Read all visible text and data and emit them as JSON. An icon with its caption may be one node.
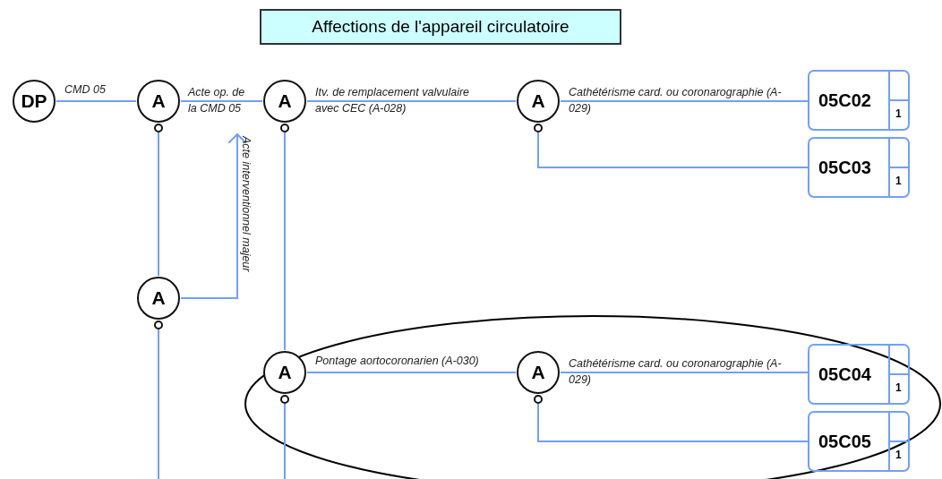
{
  "diagram": {
    "title": "Affections de l'appareil circulatoire",
    "nodes": [
      {
        "text": [
          "DP"
        ]
      },
      {
        "text": [
          "A"
        ]
      },
      {
        "text": [
          "A"
        ]
      },
      {
        "text": [
          "A"
        ]
      },
      {
        "text": [
          "05C02",
          "1"
        ]
      },
      {
        "text": [
          "05C03",
          "1"
        ]
      },
      {
        "text": [
          "A"
        ]
      },
      {
        "text": [
          "A"
        ]
      },
      {
        "text": [
          "A"
        ]
      },
      {
        "text": [
          "05C04",
          "1"
        ]
      },
      {
        "text": [
          "05C05",
          "1"
        ]
      }
    ],
    "edges": [
      {
        "from": 0,
        "to": 1,
        "arrow": "none",
        "label": "CMD 05"
      },
      {
        "from": 1,
        "to": 2,
        "arrow": "none",
        "label": "Acte op. de la CMD 05"
      },
      {
        "from": 2,
        "to": 3,
        "arrow": "none",
        "label": "Itv. de remplacement valvulaire avec CEC (A-028)"
      },
      {
        "from": 3,
        "to": 4,
        "arrow": "none",
        "label": "Cathétérisme card. ou coronarographie (A-029)"
      },
      {
        "from": 3,
        "to": 5,
        "arrow": "none"
      },
      {
        "from": 1,
        "to": 6,
        "arrow": "none"
      },
      {
        "from": 6,
        "to": null,
        "arrow": "to",
        "label": "Acte interventionnel majeur"
      },
      {
        "from": 6,
        "to": null,
        "arrow": "none"
      },
      {
        "from": 2,
        "to": 7,
        "arrow": "none"
      },
      {
        "from": 7,
        "to": null,
        "arrow": "none"
      },
      {
        "from": 7,
        "to": 8,
        "arrow": "none",
        "label": "Pontage aortocoronarien (A-030)"
      },
      {
        "from": 8,
        "to": 9,
        "arrow": "none",
        "label": "Cathétérisme card. ou coronarographie (A-029)"
      },
      {
        "from": 8,
        "to": 10,
        "arrow": "none"
      }
    ]
  }
}
